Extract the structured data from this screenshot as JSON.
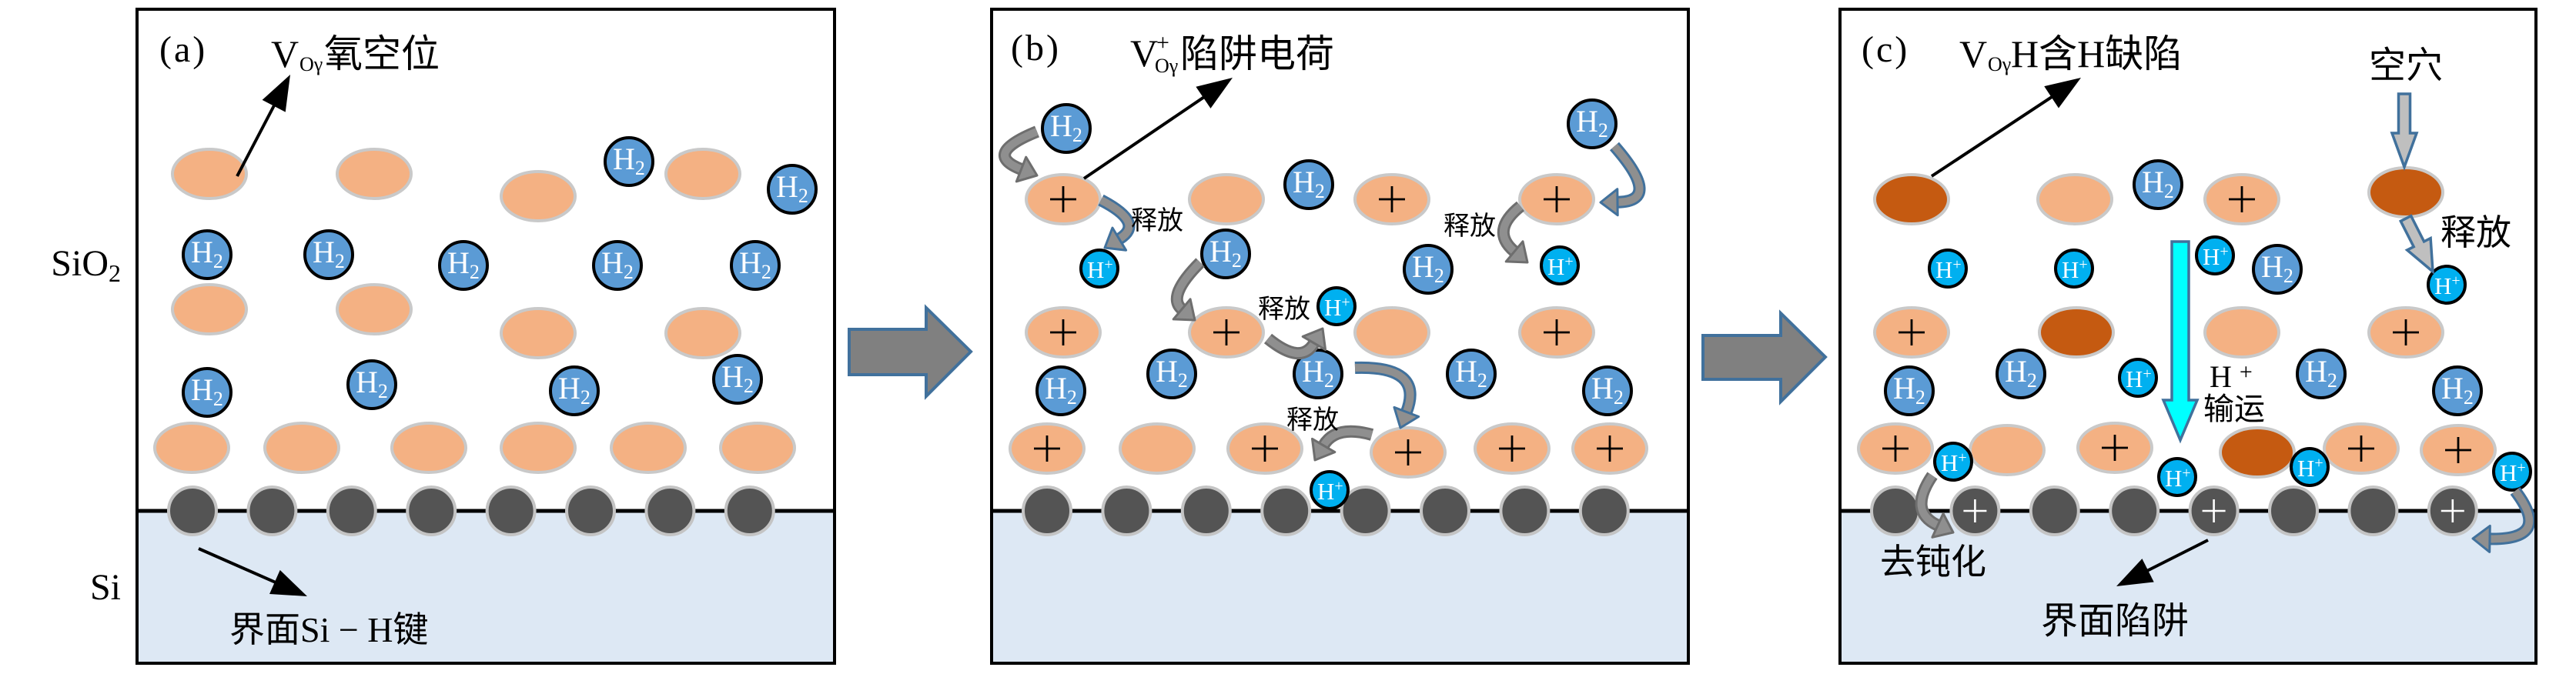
{
  "figure": {
    "layer_labels": {
      "oxide": {
        "main": "SiO",
        "sub": "2"
      },
      "substrate": {
        "main": "Si"
      }
    },
    "species_labels": {
      "h2": {
        "main": "H",
        "sub": "2"
      },
      "h_plus": {
        "main": "H",
        "sup": "+"
      },
      "positive_charge": "+"
    },
    "colors": {
      "vacancy_neutral": "#F4B183",
      "vacancy_hydrogenated": "#C55A11",
      "vacancy_outline": "#C9C9C9",
      "h2_molecule": "#5B9BD5",
      "h_plus_ion": "#00B0F0",
      "species_outline": "#000000",
      "interface_si": "#545454",
      "interface_si_outline": "#C4C4C4",
      "substrate": "#DDE8F4",
      "step_arrow": "#808080",
      "arrow_outline": "#41719C",
      "reaction_arrow": "#8F8F8F",
      "reaction_arrow_outline": "#6E6E6E",
      "hole_arrow": "#BFBFBF",
      "transport_arrow": "#00FFFF"
    }
  },
  "panels": [
    {
      "id": "a",
      "label": "(a)",
      "title": {
        "symbol": "V",
        "sup": "",
        "sub": "Oγ",
        "text": "氧空位"
      },
      "oxygen_vacancies": [
        "neutral",
        "neutral",
        "neutral",
        "neutral",
        "neutral",
        "neutral",
        "neutral",
        "neutral",
        "neutral",
        "neutral",
        "neutral",
        "neutral",
        "neutral",
        "neutral"
      ],
      "interface_sites": [
        "passivated",
        "passivated",
        "passivated",
        "passivated",
        "passivated",
        "passivated",
        "passivated",
        "passivated"
      ],
      "h2_molecules": 11,
      "h_plus_ions": 0,
      "annotations": {
        "interface_bond": "界面Si − H键"
      }
    },
    {
      "id": "b",
      "label": "(b)",
      "title": {
        "symbol": "V",
        "sup": "+",
        "sub": "Oγ",
        "text": "陷阱电荷"
      },
      "oxygen_vacancies": [
        "charged",
        "neutral",
        "charged",
        "charged",
        "charged",
        "charged",
        "neutral",
        "charged",
        "charged",
        "neutral",
        "charged",
        "charged",
        "charged",
        "charged"
      ],
      "interface_sites": [
        "passivated",
        "passivated",
        "passivated",
        "passivated",
        "passivated",
        "passivated",
        "passivated",
        "passivated"
      ],
      "h2_molecules": 10,
      "h_plus_ions": 4,
      "annotations": {
        "release": [
          "释放",
          "释放",
          "释放",
          "释放"
        ]
      }
    },
    {
      "id": "c",
      "label": "(c)",
      "title": {
        "symbol": "V",
        "sup": "",
        "sub": "Oγ",
        "text": "H含H缺陷"
      },
      "oxygen_vacancies": [
        "hydrogenated",
        "neutral",
        "charged",
        "hydrogenated",
        "charged",
        "hydrogenated",
        "neutral",
        "charged",
        "charged",
        "neutral",
        "charged",
        "hydrogenated",
        "charged",
        "charged"
      ],
      "interface_sites": [
        "passivated",
        "trap",
        "passivated",
        "passivated",
        "trap",
        "passivated",
        "passivated",
        "trap"
      ],
      "h2_molecules": 6,
      "h_plus_ions": 9,
      "annotations": {
        "hole": "空穴",
        "release": "释放",
        "transport_species": {
          "main": "H",
          "sup": "+"
        },
        "transport": "输运",
        "depassivation": "去钝化",
        "interface_trap": "界面陷阱"
      }
    }
  ]
}
